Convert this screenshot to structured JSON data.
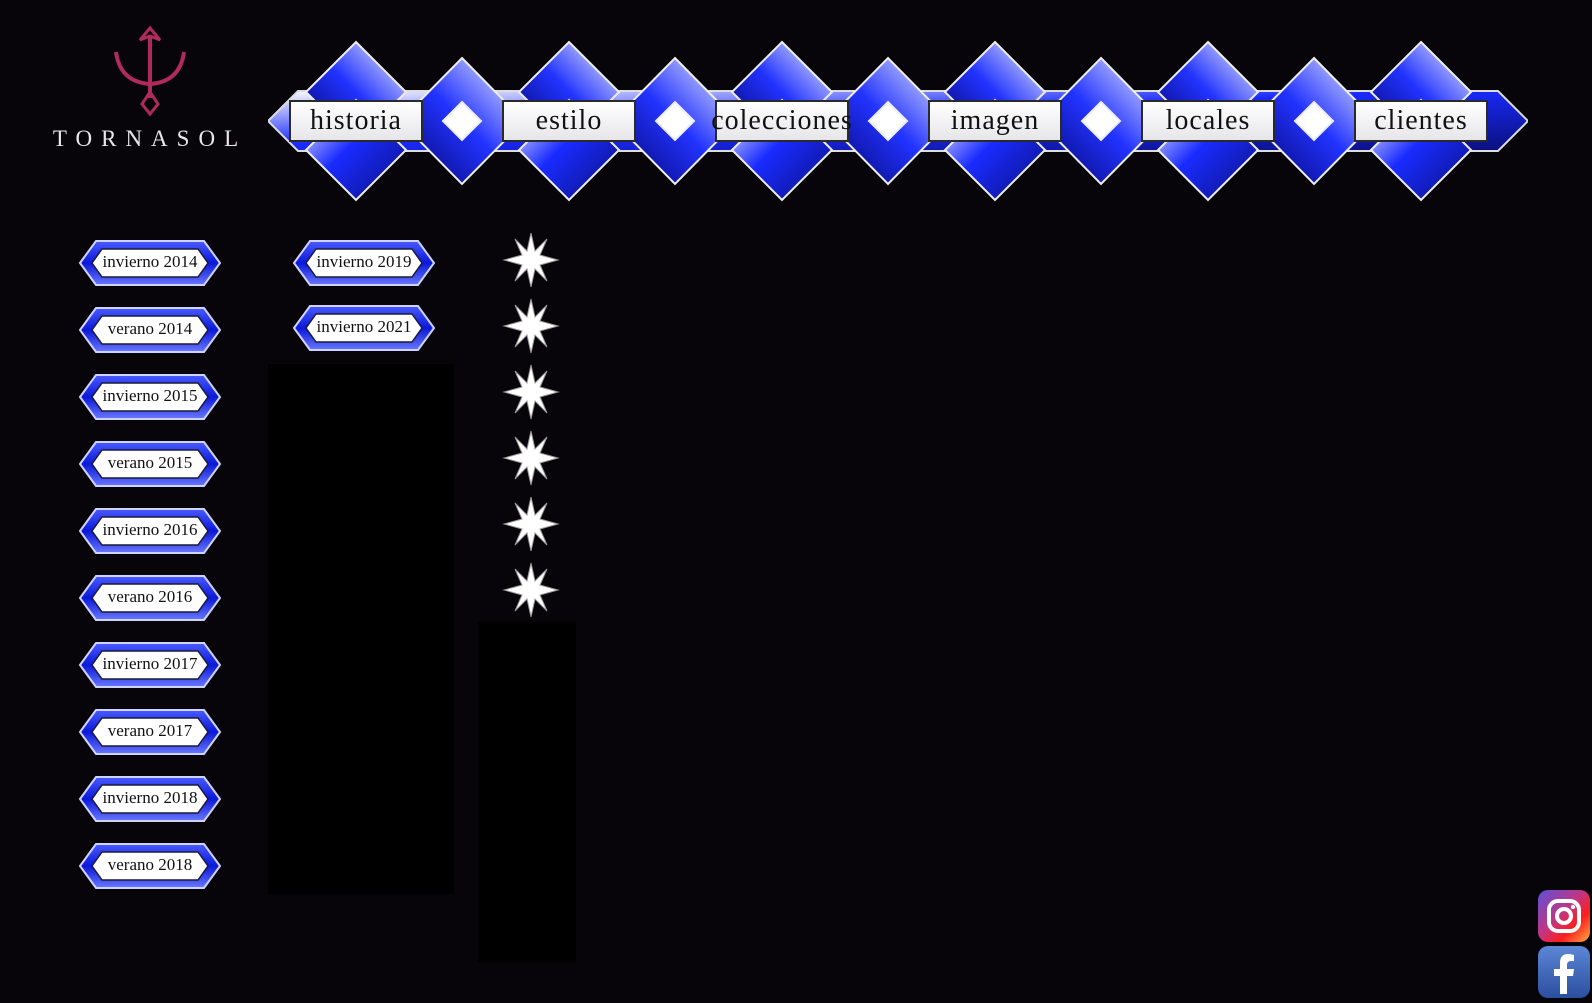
{
  "brand": {
    "name": "TORNASOL"
  },
  "nav": {
    "tabs": [
      {
        "label": "historia"
      },
      {
        "label": "estilo"
      },
      {
        "label": "colecciones"
      },
      {
        "label": "imagen"
      },
      {
        "label": "locales"
      },
      {
        "label": "clientes"
      }
    ]
  },
  "collections": {
    "column1": [
      {
        "label": "invierno 2014"
      },
      {
        "label": "verano 2014"
      },
      {
        "label": "invierno 2015"
      },
      {
        "label": "verano 2015"
      },
      {
        "label": "invierno 2016"
      },
      {
        "label": "verano 2016"
      },
      {
        "label": "invierno 2017"
      },
      {
        "label": "verano 2017"
      },
      {
        "label": "invierno 2018"
      },
      {
        "label": "verano 2018"
      }
    ],
    "column2": [
      {
        "label": "invierno 2019"
      },
      {
        "label": "invierno 2021"
      }
    ]
  },
  "social": {
    "instagram": "instagram-icon",
    "facebook": "facebook-icon"
  },
  "colors": {
    "accent": "#1a2bff",
    "logo": "#b02a5a",
    "background": "#08050a"
  }
}
